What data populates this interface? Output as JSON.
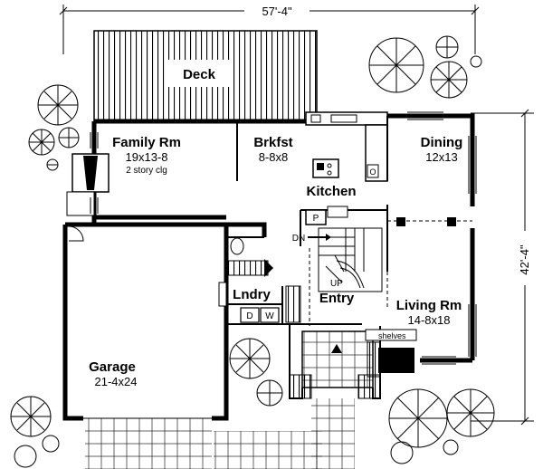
{
  "dimensions": {
    "width": "57'-4\"",
    "depth": "42'-4\""
  },
  "rooms": {
    "deck": "Deck",
    "family": {
      "name": "Family Rm",
      "size": "19x13-8",
      "note": "2 story clg"
    },
    "breakfast": {
      "name": "Brkfst",
      "size": "8-8x8"
    },
    "kitchen": "Kitchen",
    "dining": {
      "name": "Dining",
      "size": "12x13"
    },
    "laundry": "Lndry",
    "entry": "Entry",
    "living": {
      "name": "Living Rm",
      "size": "14-8x18"
    },
    "garage": {
      "name": "Garage",
      "size": "21-4x24"
    }
  },
  "labels": {
    "down": "DN",
    "up": "UP",
    "pantry": "P",
    "dryer": "D",
    "washer": "W",
    "shelves": "shelves",
    "oven": "O"
  }
}
